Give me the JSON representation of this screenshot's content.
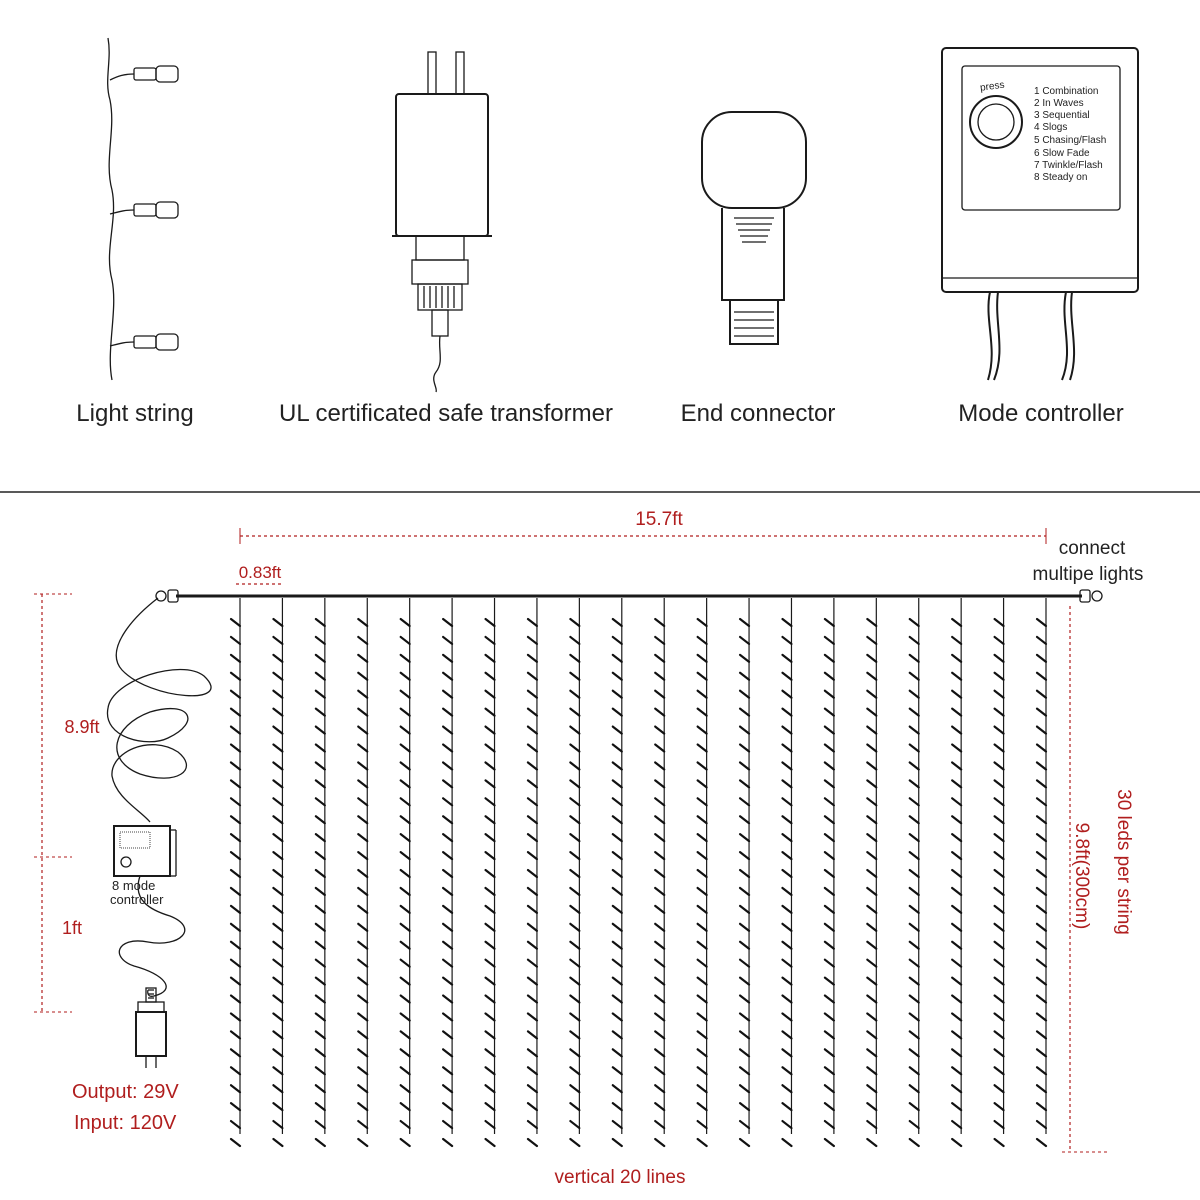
{
  "components": {
    "light_string": "Light string",
    "transformer": "UL certificated safe transformer",
    "end_connector": "End connector",
    "mode_controller": "Mode controller"
  },
  "controller_box": {
    "press": "press",
    "modes": [
      "1 Combination",
      "2 In Waves",
      "3 Sequential",
      "4 Slogs",
      "5 Chasing/Flash",
      "6 Slow Fade",
      "7 Twinkle/Flash",
      "8 Steady on"
    ]
  },
  "dimensions": {
    "width": "15.7ft",
    "spacing": "0.83ft",
    "lead_upper": "8.9ft",
    "lead_lower": "1ft",
    "height": "9.8ft(300cm)",
    "leds_per_string": "30 leds per string",
    "lines": "vertical 20 lines"
  },
  "connect_note": [
    "connect",
    "multipe lights"
  ],
  "small_controller": [
    "8 mode",
    "controller"
  ],
  "power": {
    "output": "Output: 29V",
    "input": "Input: 120V"
  },
  "curtain": {
    "strands": 20,
    "leds_per_strand": 30
  },
  "colors": {
    "annotation": "#b01e1e",
    "line": "#1a1a1a"
  }
}
